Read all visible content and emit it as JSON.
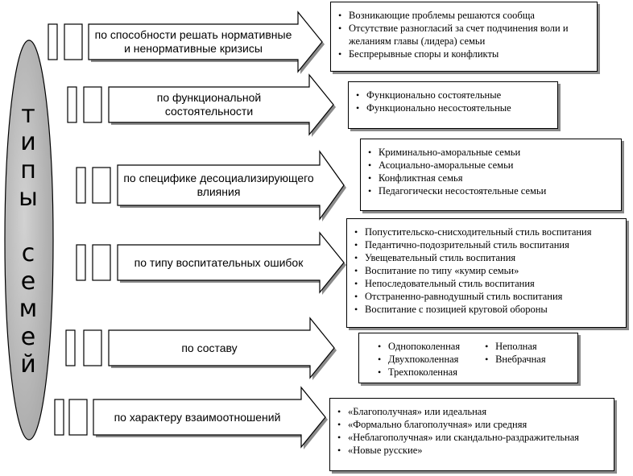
{
  "main_label": "т\nи\nп\nы\n\nс\nе\nм\nе\nй",
  "categories": [
    {
      "label": "по способности решать нормативные\nи ненормативные кризисы",
      "items": [
        "Возникающие проблемы решаются сообща",
        "Отсутствие разногласий за счет подчинения воли и\nжеланиям главы (лидера) семьи",
        "Беспрерывные споры и конфликты"
      ]
    },
    {
      "label": "по функциональной состоятельности",
      "items": [
        "Функционально состоятельные",
        "Функционально несостоятельные"
      ]
    },
    {
      "label": "по специфике десоциализирующего\nвлияния",
      "items": [
        "Криминально-аморальные семьи",
        "Асоциально-аморальные семьи",
        "Конфликтная семья",
        "Педагогически несостоятельные семьи"
      ]
    },
    {
      "label": "по типу воспитательных ошибок",
      "items": [
        "Попустительско-снисходительный стиль воспитания",
        "Педантично-подозрительный стиль воспитания",
        "Увещевательный стиль воспитания",
        "Воспитание по типу «кумир семьи»",
        "Непоследовательный стиль воспитания",
        "Отстраненно-равнодушный стиль воспитания",
        "Воспитание с позицией круговой обороны"
      ]
    },
    {
      "label": "по составу",
      "columns": [
        [
          "Однопоколенная",
          "Двухпоколенная",
          "Трехпоколенная"
        ],
        [
          "Неполная",
          "Внебрачная"
        ]
      ]
    },
    {
      "label": "по характеру взаимоотношений",
      "items": [
        "«Благополучная» или идеальная",
        "«Формально благополучная» или средняя",
        "«Неблагополучная» или скандально-раздражительная",
        "«Новые русские»"
      ]
    }
  ]
}
